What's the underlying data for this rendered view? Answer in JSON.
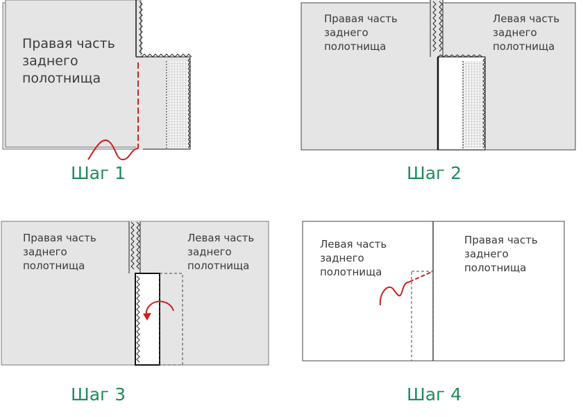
{
  "colors": {
    "panel_fill": "#e5e5e5",
    "outline": "#444444",
    "stitch_red": "#cc1f1f",
    "step_green": "#1e8c5a"
  },
  "steps": [
    {
      "title": "Шаг 1",
      "labels": [
        {
          "lines": [
            "Правая часть",
            "заднего",
            "полотнища"
          ]
        }
      ]
    },
    {
      "title": "Шаг 2",
      "labels": [
        {
          "lines": [
            "Правая часть",
            "заднего",
            "полотнища"
          ]
        },
        {
          "lines": [
            "Левая часть",
            "заднего",
            "полотнища"
          ]
        }
      ]
    },
    {
      "title": "Шаг 3",
      "labels": [
        {
          "lines": [
            "Правая часть",
            "заднего",
            "полотнища"
          ]
        },
        {
          "lines": [
            "Левая часть",
            "заднего",
            "полотнища"
          ]
        }
      ]
    },
    {
      "title": "Шаг 4",
      "labels": [
        {
          "lines": [
            "Левая часть",
            "заднего",
            "полотнища"
          ]
        },
        {
          "lines": [
            "Правая часть",
            "заднего",
            "полотнища"
          ]
        }
      ]
    }
  ]
}
